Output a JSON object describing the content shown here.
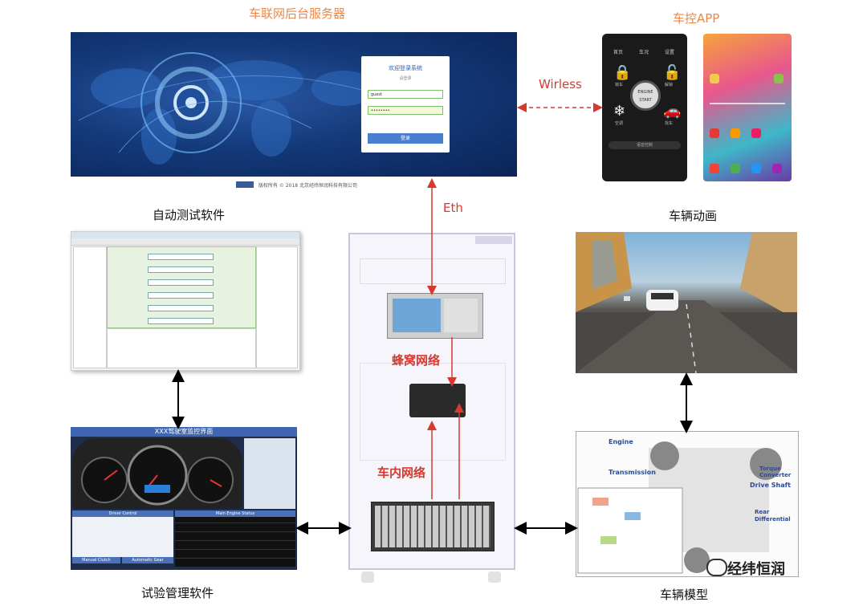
{
  "labels": {
    "server_title": "车联网后台服务器",
    "app_title": "车控APP",
    "auto_test": "自动测试软件",
    "vehicle_anim": "车辆动画",
    "test_mgmt": "试验管理软件",
    "vehicle_model": "车辆模型",
    "wirless": "Wirless",
    "eth": "Eth",
    "cellular": "蜂窝网络",
    "in_vehicle": "车内网络",
    "watermark": "经纬恒润"
  },
  "login": {
    "title": "欢迎登录系统",
    "subtitle": "请登录",
    "username": "guest",
    "password": "••••••••",
    "button": "登录"
  },
  "server_footer": "版权所有 © 2018 北京经纬恒润科技有限公司",
  "phone": {
    "tabs": [
      "首页",
      "车况",
      "设置"
    ],
    "actions": [
      "锁车",
      "解锁",
      "空调",
      "找车"
    ],
    "engine_line1": "ENGINE",
    "engine_line2": "START",
    "voice": "语音控制"
  },
  "test_mgmt_title": "XXX驾驶室监控界面",
  "test_mgmt_sections": [
    "Driver Control",
    "Main Engine Status",
    "Manual Clutch",
    "Automatic Gear"
  ],
  "vehicle_model_parts": [
    "Engine",
    "Transmission",
    "Torque Converter",
    "Drive Shaft",
    "Rear Differential"
  ],
  "colors": {
    "orange_title": "#e8894a",
    "red_label": "#d63a2f",
    "server_bg": "#143a7a"
  }
}
